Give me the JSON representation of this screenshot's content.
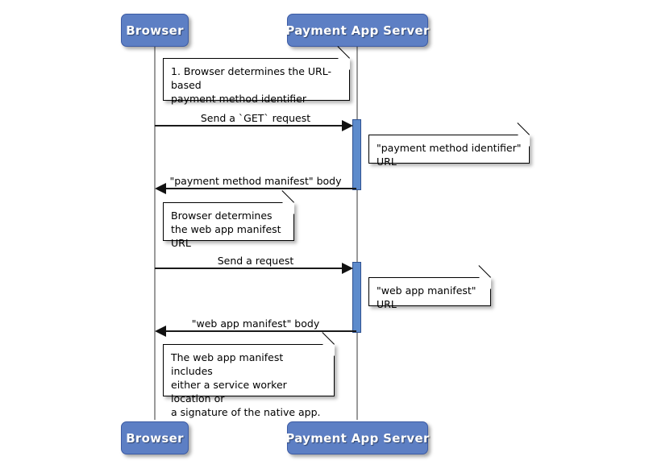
{
  "diagram": {
    "type": "uml-sequence-diagram",
    "title": "Payment method manifest retrieval",
    "colors": {
      "participant_fill": "#5d7fc4",
      "participant_border": "#3c5ba4",
      "participant_text": "#ffffff",
      "activation_fill": "#5d8bcc",
      "activation_border": "#2f5190",
      "lifeline": "#9a9a9a",
      "note_fill": "#ffffff",
      "note_border": "#000000",
      "arrow": "#111111",
      "background": "#ffffff"
    },
    "participants": [
      {
        "id": "browser",
        "label": "Browser"
      },
      {
        "id": "server",
        "label": "Payment App Server"
      }
    ],
    "messages": [
      {
        "id": "m1",
        "label": "Send a `GET` request",
        "from": "browser",
        "to": "server",
        "direction": "right"
      },
      {
        "id": "m2",
        "label": "\"payment method manifest\" body",
        "from": "server",
        "to": "browser",
        "direction": "left"
      },
      {
        "id": "m3",
        "label": "Send a request",
        "from": "browser",
        "to": "server",
        "direction": "right"
      },
      {
        "id": "m4",
        "label": "\"web app manifest\" body",
        "from": "server",
        "to": "browser",
        "direction": "left"
      }
    ],
    "notes": [
      {
        "id": "n1",
        "text": "1. Browser determines the URL-based\npayment method identifier",
        "side": "over-browser"
      },
      {
        "id": "n2",
        "text": "\"payment method identifier\" URL",
        "side": "right-of-server"
      },
      {
        "id": "n3",
        "text": "Browser determines\nthe web app manifest URL",
        "side": "over-browser"
      },
      {
        "id": "n4",
        "text": "\"web app manifest\" URL",
        "side": "right-of-server"
      },
      {
        "id": "n5",
        "text": "The web app manifest includes\neither a service worker location or\na signature of the native app.",
        "side": "over-browser"
      }
    ]
  }
}
